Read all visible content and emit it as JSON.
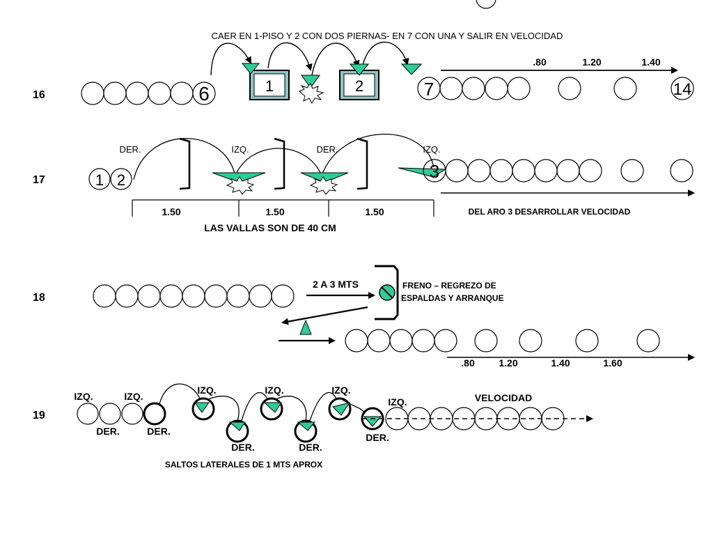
{
  "colors": {
    "accent": "#2ecc97",
    "ink": "#000000",
    "box": "#8ec6c5"
  },
  "exercise_16": {
    "number": "16",
    "instruction": "CAER EN 1-PISO Y 2 CON DOS PIERNAS- EN 7 CON UNA Y SALIR EN VELOCIDAD",
    "start_hoop": "6",
    "box1": "1",
    "box2": "2",
    "hoop_7": "7",
    "hoop_14": "14",
    "distances": [
      ".80",
      "1.20",
      "1.40"
    ]
  },
  "exercise_17": {
    "number": "17",
    "hoop1": "1",
    "hoop2": "2",
    "hoop3": "3",
    "sides": [
      "DER.",
      "IZQ.",
      "DER.",
      "IZQ."
    ],
    "spacings": [
      "1.50",
      "1.50",
      "1.50"
    ],
    "hurdle_note": "LAS  VALLAS  SON  DE  40 CM",
    "speed_note": "DEL ARO 3 DESARROLLAR VELOCIDAD"
  },
  "exercise_18": {
    "number": "18",
    "run_distance": "2 A 3 MTS",
    "brake_note_line1": "FRENO – REGREZO  DE",
    "brake_note_line2": "ESPALDAS Y ARRANQUE",
    "distances": [
      ".80",
      "1.20",
      "1.40",
      "1.60"
    ]
  },
  "exercise_19": {
    "number": "19",
    "upper_labels": [
      "IZQ.",
      "IZQ.",
      "IZQ.",
      "IZQ.",
      "IZQ.",
      "IZQ."
    ],
    "lower_labels": [
      "DER.",
      "DER.",
      "DER.",
      "DER.",
      "DER."
    ],
    "speed_label": "VELOCIDAD",
    "footer": "SALTOS LATERALES DE 1 MTS APROX"
  }
}
